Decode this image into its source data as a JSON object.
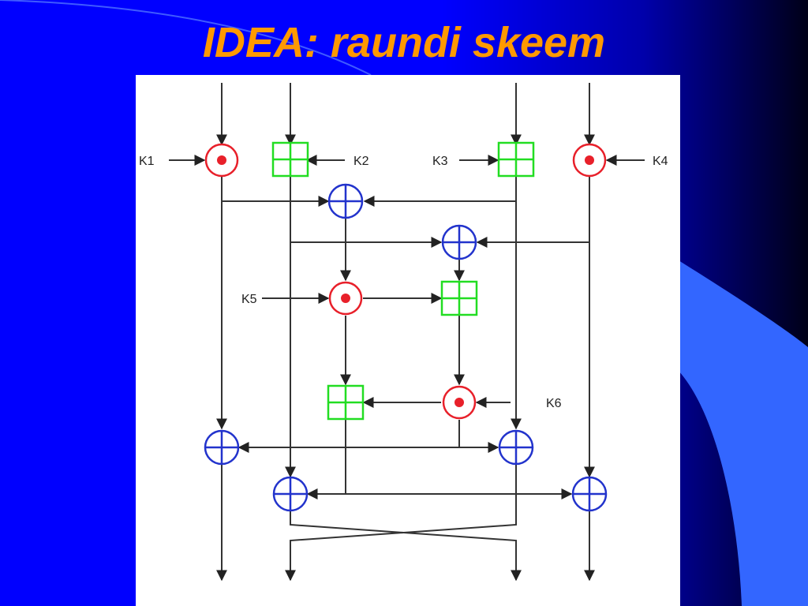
{
  "slide": {
    "title": "IDEA: raundi skeem"
  },
  "diagram": {
    "key_labels": {
      "k1": "K1",
      "k2": "K2",
      "k3": "K3",
      "k4": "K4",
      "k5": "K5",
      "k6": "K6"
    },
    "operations": {
      "multiply": "multiplication modulo (red circled dot)",
      "add": "addition modulo (green boxed plus)",
      "xor": "bitwise XOR (blue circled plus)"
    }
  },
  "colors": {
    "background": "#0000ff",
    "title": "#ff9900",
    "multiply": "#e8202a",
    "add": "#22dd22",
    "xor": "#2233cc",
    "line": "#333333"
  }
}
